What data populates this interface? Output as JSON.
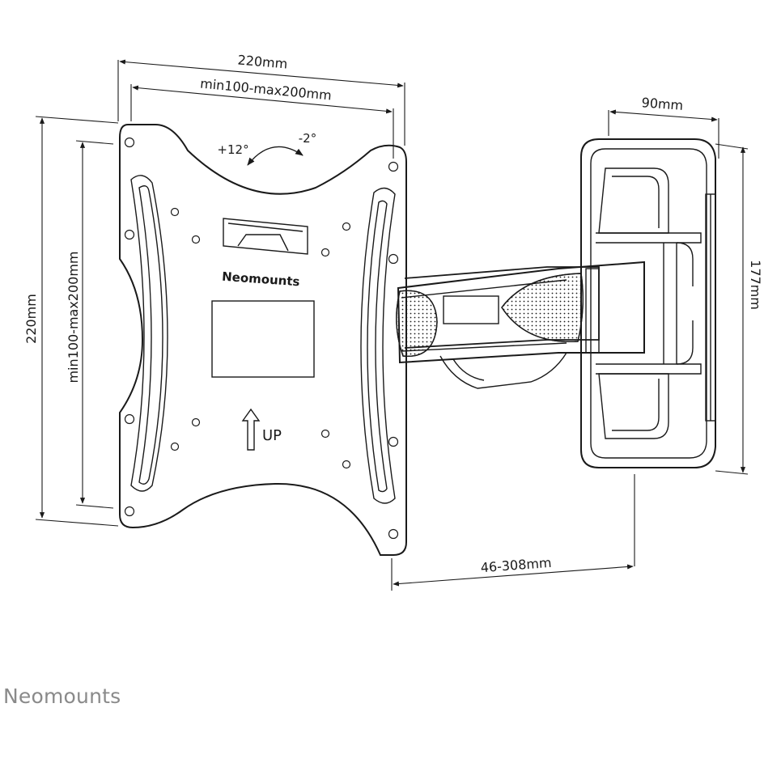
{
  "dimensions": {
    "plate_width_outer": "220mm",
    "plate_width_vesa": "min100-max200mm",
    "plate_height_outer": "220mm",
    "plate_height_vesa": "min100-max200mm",
    "wall_plate_depth": "90mm",
    "wall_plate_height": "177mm",
    "arm_extension": "46-308mm"
  },
  "tilt": {
    "up": "+12°",
    "down": "-2°"
  },
  "plate_labels": {
    "brand": "Neomounts",
    "up": "UP"
  },
  "footer": {
    "brand": "Neomounts"
  },
  "colors": {
    "line": "#1a1a1a",
    "brand_gray": "#8a8a8a",
    "background": "#ffffff"
  }
}
